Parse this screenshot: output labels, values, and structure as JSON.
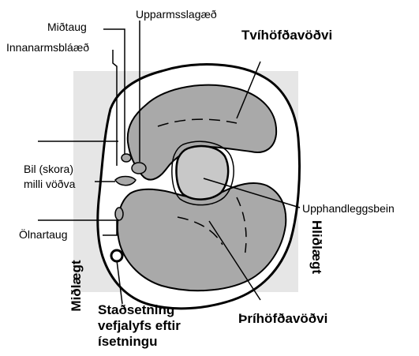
{
  "diagram": {
    "labels": {
      "medial_nerve": "Miðtaug",
      "brachial_artery": "Upparmsslagæð",
      "biceps": "Tvíhöfðavöðvi",
      "basilic_vein": "Innanarmsbláæð",
      "intermuscular_septum_line1": "Bil (skora)",
      "intermuscular_septum_line2": "milli vöðva",
      "humerus": "Upphandleggsbein",
      "ulnar_nerve": "Ölnartaug",
      "medial": "Miðlægt",
      "lateral": "Hliðlægt",
      "implant_location_line1": "Staðsetning",
      "implant_location_line2": "vefjalyfs eftir",
      "implant_location_line3": "ísetningu",
      "triceps": "Þríhöfðavöðvi"
    },
    "colors": {
      "background_box": "#e6e6e6",
      "muscle": "#a9a9a9",
      "bone": "#c8c8c8",
      "skin_fill": "#ffffff",
      "outline": "#000000"
    }
  }
}
